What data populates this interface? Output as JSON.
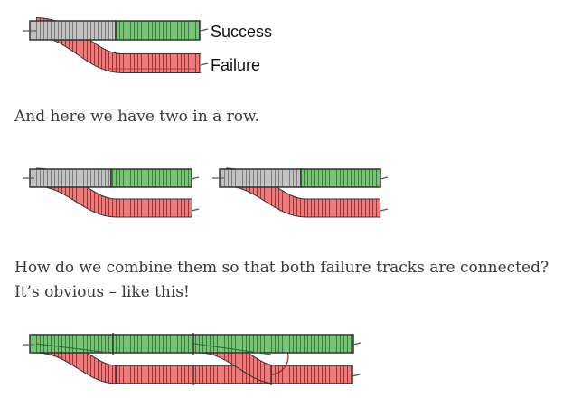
{
  "figure1": {
    "success_label": "Success",
    "failure_label": "Failure"
  },
  "text": {
    "para1": "And here we have two in a row.",
    "para2": "How do we combine them so that both failure tracks are connected? It’s obvious – like this!"
  },
  "colors": {
    "success": "#6fc06f",
    "failure": "#ea6f6f",
    "neutral": "#bbbbbb"
  }
}
